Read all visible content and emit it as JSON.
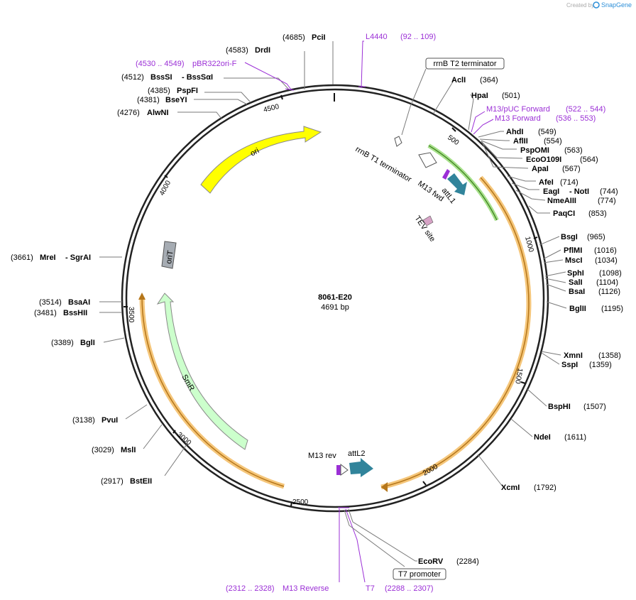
{
  "header": {
    "created_by": "Created by",
    "brand": "SnapGene"
  },
  "plasmid": {
    "name": "8061-E20",
    "length": "4691 bp"
  },
  "enzymes": [
    {
      "name": "PciI",
      "pos": "(4685)"
    },
    {
      "name": "DrdI",
      "pos": "(4583)"
    },
    {
      "name": "BssSI",
      "name2": "BssSαI",
      "pos": "(4512)"
    },
    {
      "name": "PspFI",
      "pos": "(4385)"
    },
    {
      "name": "BseYI",
      "pos": "(4381)"
    },
    {
      "name": "AlwNI",
      "pos": "(4276)"
    },
    {
      "name": "MreI",
      "name2": "SgrAI",
      "pos": "(3661)"
    },
    {
      "name": "BsaAI",
      "pos": "(3514)"
    },
    {
      "name": "BssHII",
      "pos": "(3481)"
    },
    {
      "name": "BglI",
      "pos": "(3389)"
    },
    {
      "name": "PvuI",
      "pos": "(3138)"
    },
    {
      "name": "MslI",
      "pos": "(3029)"
    },
    {
      "name": "BstEII",
      "pos": "(2917)"
    },
    {
      "name": "AclI",
      "pos": "(364)"
    },
    {
      "name": "HpaI",
      "pos": "(501)"
    },
    {
      "name": "AhdI",
      "pos": "(549)"
    },
    {
      "name": "AflII",
      "pos": "(554)"
    },
    {
      "name": "PspOMI",
      "pos": "(563)"
    },
    {
      "name": "EcoO109I",
      "pos": "(564)"
    },
    {
      "name": "ApaI",
      "pos": "(567)"
    },
    {
      "name": "AfeI",
      "pos": "(714)"
    },
    {
      "name": "EagI",
      "name2": "NotI",
      "pos": "(744)"
    },
    {
      "name": "NmeAIII",
      "pos": "(774)"
    },
    {
      "name": "PaqCI",
      "pos": "(853)"
    },
    {
      "name": "BsgI",
      "pos": "(965)"
    },
    {
      "name": "PflMI",
      "pos": "(1016)"
    },
    {
      "name": "MscI",
      "pos": "(1034)"
    },
    {
      "name": "SphI",
      "pos": "(1098)"
    },
    {
      "name": "SalI",
      "pos": "(1104)"
    },
    {
      "name": "BsaI",
      "pos": "(1126)"
    },
    {
      "name": "BglII",
      "pos": "(1195)"
    },
    {
      "name": "XmnI",
      "pos": "(1358)"
    },
    {
      "name": "SspI",
      "pos": "(1359)"
    },
    {
      "name": "BspHI",
      "pos": "(1507)"
    },
    {
      "name": "NdeI",
      "pos": "(1611)"
    },
    {
      "name": "XcmI",
      "pos": "(1792)"
    },
    {
      "name": "EcoRV",
      "pos": "(2284)"
    }
  ],
  "primers": [
    {
      "name": "L4440",
      "range": "(92 .. 109)"
    },
    {
      "name": "pBR322ori-F",
      "range": "(4530 .. 4549)"
    },
    {
      "name": "M13/pUC Forward",
      "range": "(522 .. 544)"
    },
    {
      "name": "M13 Forward",
      "range": "(536 .. 553)"
    },
    {
      "name": "M13 Reverse",
      "range": "(2312 .. 2328)"
    },
    {
      "name": "T7",
      "range": "(2288 .. 2307)"
    }
  ],
  "boxed_features": [
    {
      "name": "rrnB T2 terminator"
    },
    {
      "name": "T7 promoter"
    }
  ],
  "features": {
    "ori": "ori",
    "oriT": "oriT",
    "smr": "SmR",
    "rrnb_t1": "rrnB T1 terminator",
    "m13fwd": "M13 fwd",
    "attl1": "attL1",
    "tev": "TEV site",
    "m13rev": "M13 rev",
    "attl2": "attL2"
  },
  "ticks": [
    "500",
    "1000",
    "1500",
    "2000",
    "2500",
    "3000",
    "3500",
    "4000",
    "4500"
  ],
  "colors": {
    "ori": "#ffff00",
    "smr": "#ccffcc",
    "orit": "#a6acb3",
    "att": "#31849b",
    "primer": "#9b2fd6",
    "orf_highlight": "#f5c67a",
    "green_highlight": "#a6e08a"
  }
}
